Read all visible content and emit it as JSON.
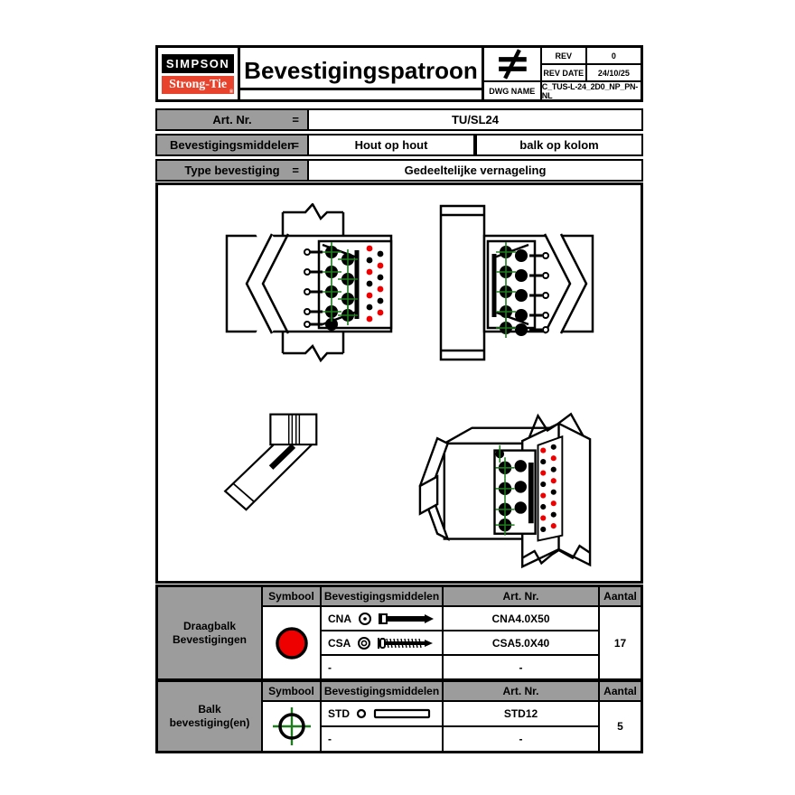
{
  "colors": {
    "brand_red": "#e8432d",
    "symbol_red": "#ee0000",
    "crosshair_green": "#1e7d1e",
    "cell_gray": "#9c9c9c"
  },
  "header": {
    "logo_line1": "SIMPSON",
    "logo_line2": "Strong-Tie",
    "logo_reg": "®",
    "title": "Bevestigingspatroon",
    "projection_symbol": "not-equal-icon",
    "rev_label": "REV",
    "rev_value": "0",
    "rev_date_label": "REV DATE",
    "rev_date_value": "24/10/25",
    "dwg_name_label": "DWG NAME",
    "dwg_name_value": "C_TUS-L-24_2D0_NP_PN-NL"
  },
  "info_rows": [
    {
      "label": "Art. Nr.",
      "eq": "=",
      "value1": "TU/SL24"
    },
    {
      "label": "Bevestigingsmiddelen",
      "eq": "=",
      "value1": "Hout op hout",
      "value2": "balk op kolom"
    },
    {
      "label": "Type bevestiging",
      "eq": "=",
      "value1": "Gedeeltelijke vernageling"
    }
  ],
  "fastener_tables": [
    {
      "group_line1": "Draagbalk",
      "group_line2": "Bevestigingen",
      "headers": {
        "symbol": "Symbool",
        "fastener": "Bevestigingsmiddelen",
        "art": "Art. Nr.",
        "qty": "Aantal"
      },
      "symbol_icon": "red-circle",
      "rows": [
        {
          "code": "CNA",
          "icon": "nail",
          "art": "CNA4.0X50"
        },
        {
          "code": "CSA",
          "icon": "screw",
          "art": "CSA5.0X40"
        },
        {
          "code": "-",
          "icon": "",
          "art": "-"
        }
      ],
      "qty": "17"
    },
    {
      "group_line1": "Balk",
      "group_line2": "bevestiging(en)",
      "headers": {
        "symbol": "Symbool",
        "fastener": "Bevestigingsmiddelen",
        "art": "Art. Nr.",
        "qty": "Aantal"
      },
      "symbol_icon": "crosshair",
      "rows": [
        {
          "code": "STD",
          "icon": "dowel",
          "art": "STD12"
        },
        {
          "code": "-",
          "icon": "",
          "art": "-"
        }
      ],
      "qty": "5"
    }
  ]
}
